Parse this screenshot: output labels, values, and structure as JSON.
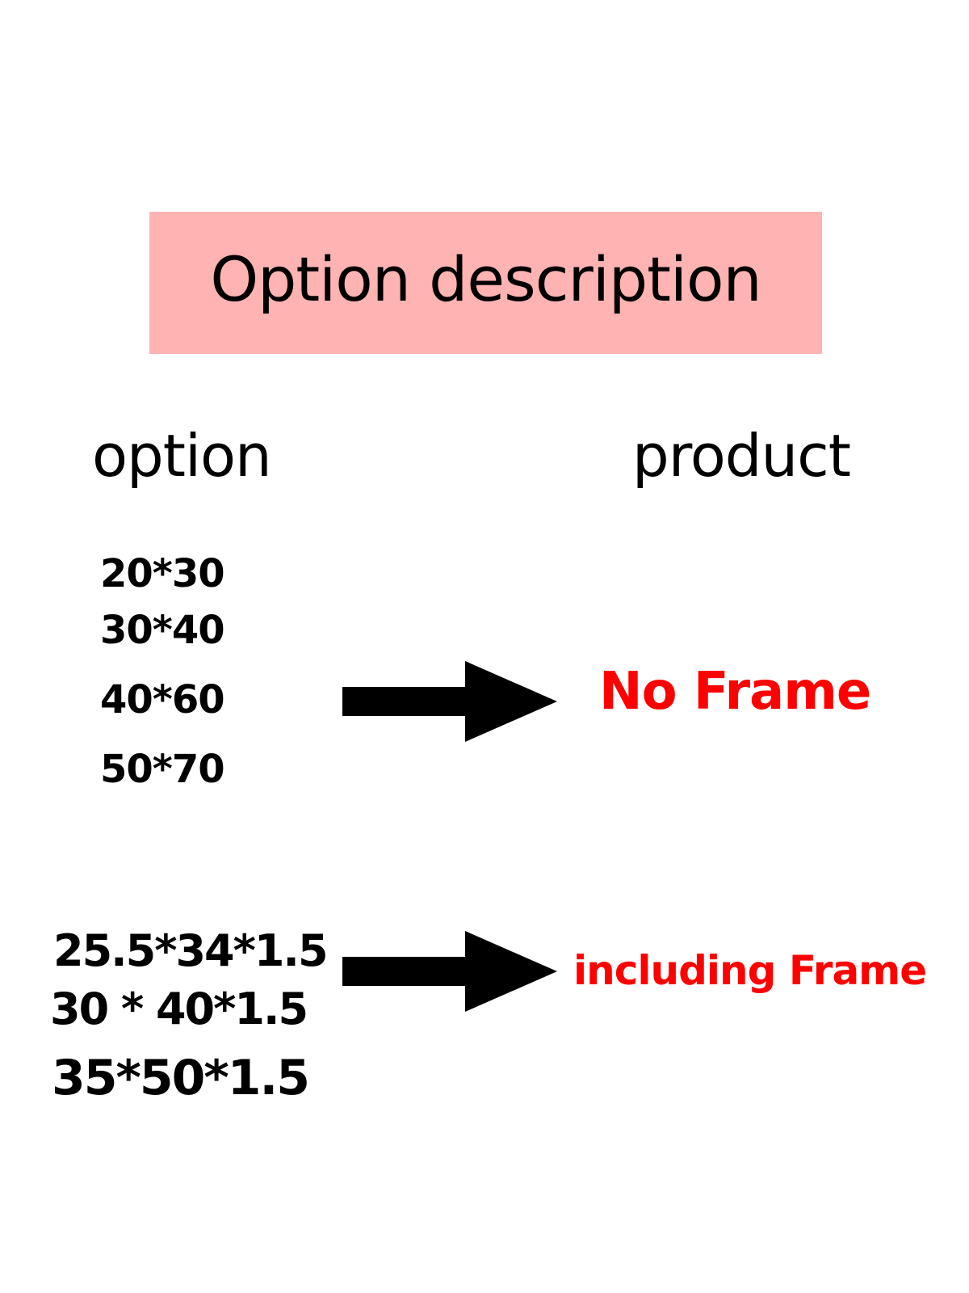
{
  "banner": {
    "title": "Option description",
    "background_color": "#ffb3b3"
  },
  "headers": {
    "option": "option",
    "product": "product"
  },
  "groups": [
    {
      "options": [
        "20*30",
        "30*40",
        "40*60",
        "50*70"
      ],
      "arrow_icon": "right-arrow-icon",
      "product": "No Frame",
      "product_color": "#ff0000"
    },
    {
      "options": [
        "25.5*34*1.5",
        "30 * 40*1.5",
        "35*50*1.5"
      ],
      "arrow_icon": "right-arrow-icon",
      "product": "including Frame",
      "product_color": "#ff0000"
    }
  ]
}
